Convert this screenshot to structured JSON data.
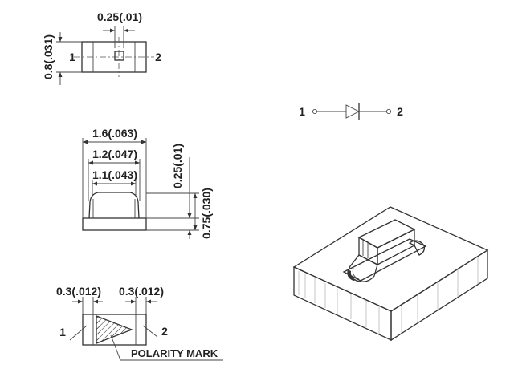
{
  "top_view": {
    "dim_width_small": "0.25(.01)",
    "dim_height": "0.8(.031)",
    "pin1": "1",
    "pin2": "2"
  },
  "side_view": {
    "dim_overall": "1.6(.063)",
    "dim_body": "1.2(.047)",
    "dim_top": "1.1(.043)",
    "dim_lead": "0.25(.01)",
    "dim_height": "0.75(.030)"
  },
  "bottom_view": {
    "dim_left": "0.3(.012)",
    "dim_right": "0.3(.012)",
    "pin1": "1",
    "pin2": "2",
    "polarity_label": "POLARITY MARK"
  },
  "schematic": {
    "pin1": "1",
    "pin2": "2"
  }
}
